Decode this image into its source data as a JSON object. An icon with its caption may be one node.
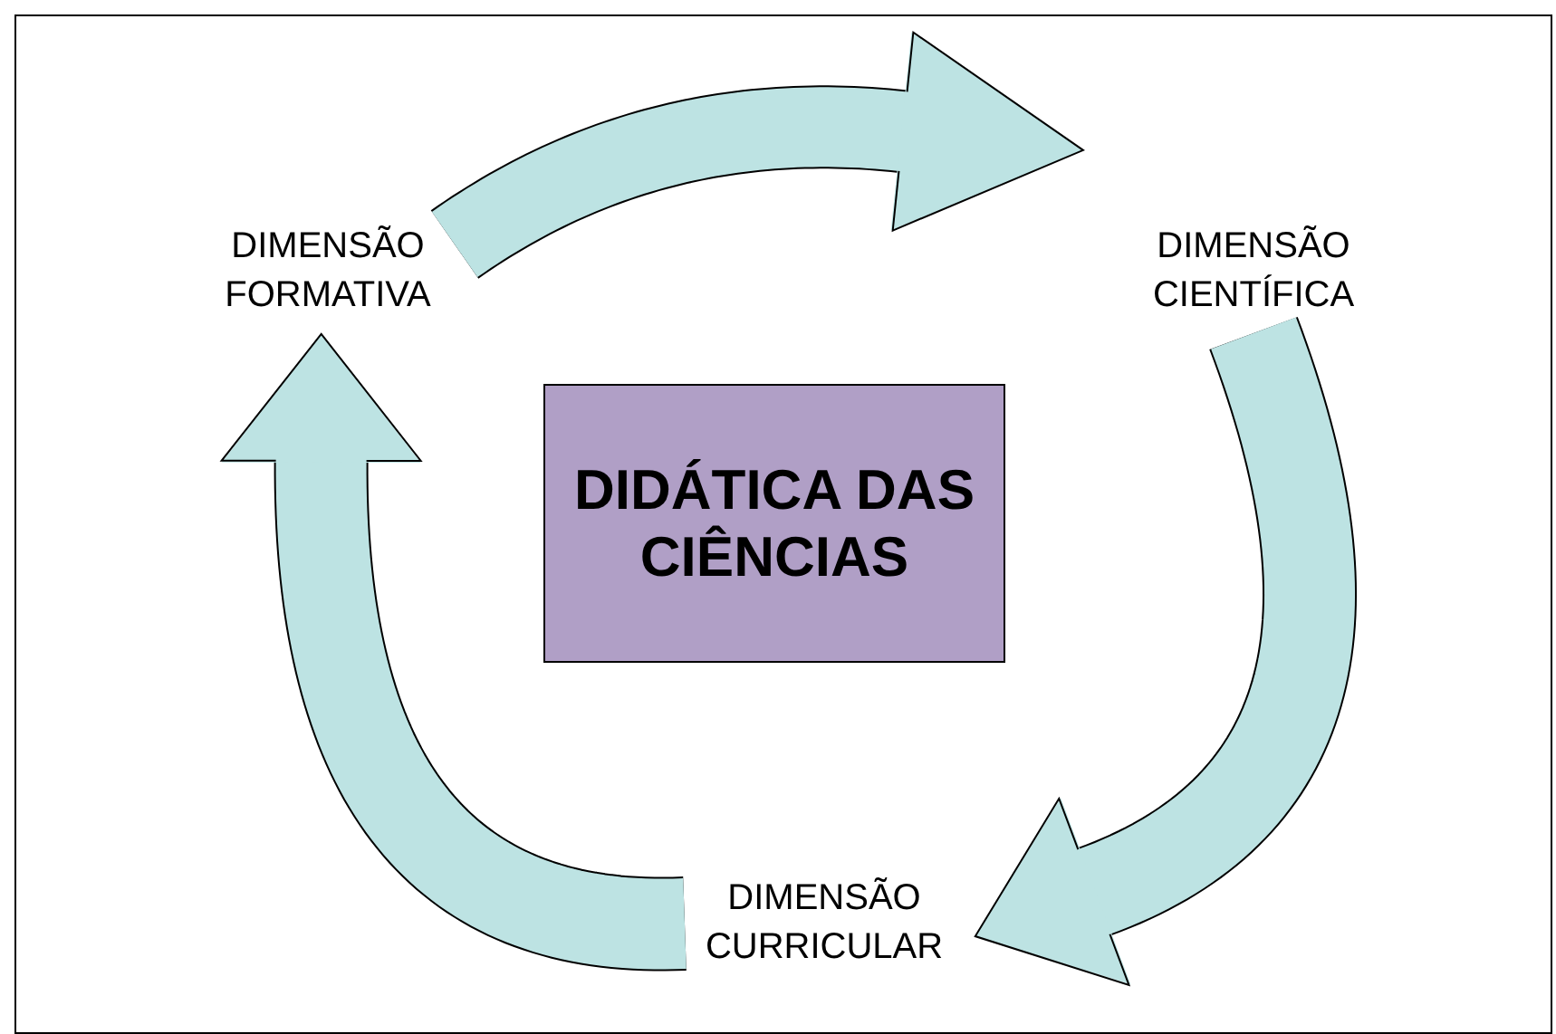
{
  "diagram": {
    "nodes": [
      {
        "text": [
          "DIMENSÃO FORMATIVA"
        ]
      },
      {
        "text": [
          "DIMENSÃO CIENTÍFICA"
        ]
      },
      {
        "text": [
          "DIDÁTICA DAS CIÊNCIAS"
        ]
      },
      {
        "text": [
          "DIMENSÃO CURRICULAR"
        ]
      }
    ],
    "edges": [
      {
        "from": 0,
        "to": 1,
        "arrow": "to"
      },
      {
        "from": 1,
        "to": 3,
        "arrow": "to"
      },
      {
        "from": 3,
        "to": 0,
        "arrow": "to"
      }
    ]
  }
}
